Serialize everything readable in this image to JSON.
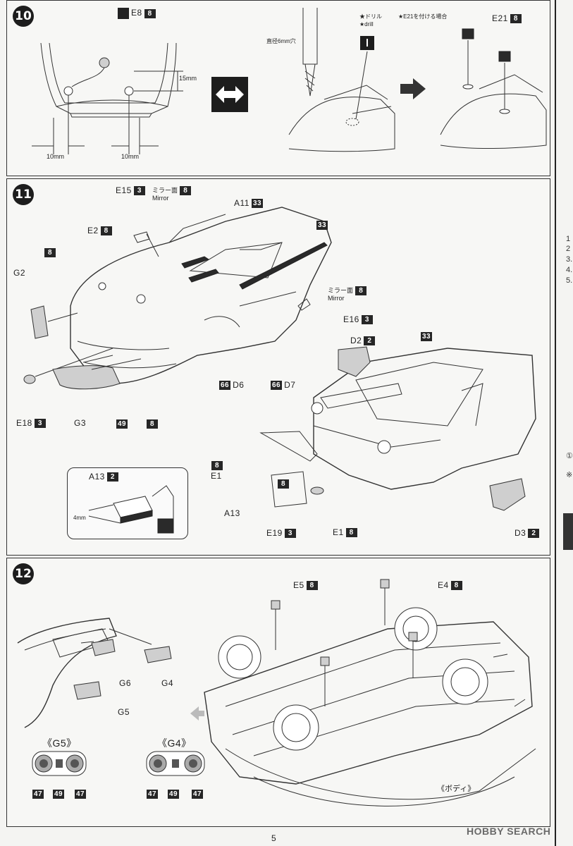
{
  "page_number": "5",
  "watermark": "HOBBY SEARCH",
  "edge_margin": [
    "1",
    "2",
    "3.",
    "4.",
    "5.",
    "①",
    "※"
  ],
  "step10": {
    "number": "10",
    "part_e8": "E8",
    "e8_color": "8",
    "dim_15": "15mm",
    "dim_10a": "10mm",
    "dim_10b": "10mm",
    "note_drill_jp": "★ドリル",
    "note_drill_en": "★drill",
    "note_e21": "★E21を付ける場合",
    "note_hole": "直径6mm穴",
    "part_e21": "E21",
    "e21_color": "8"
  },
  "step11": {
    "number": "11",
    "e15": "E15",
    "e15_c": "3",
    "mirror_jp_1": "ミラー面",
    "mirror_c_1": "8",
    "mirror_en_1": "Mirror",
    "a11": "A11",
    "a11_c": "33",
    "c33_top": "33",
    "e2": "E2",
    "e2_c": "8",
    "c8_a": "8",
    "g2": "G2",
    "mirror_jp_2": "ミラー面",
    "mirror_c_2": "8",
    "mirror_en_2": "Mirror",
    "e16": "E16",
    "e16_c": "3",
    "d2": "D2",
    "d2_c": "2",
    "c33_b": "33",
    "e18": "E18",
    "e18_c": "3",
    "g3": "G3",
    "c49": "49",
    "c8_b": "8",
    "d6_c": "66",
    "d6": "D6",
    "d7_c": "66",
    "d7": "D7",
    "a13_box": "A13",
    "a13_box_c": "2",
    "dim_4": "4mm",
    "c8_e1": "8",
    "e1_a": "E1",
    "c8_mid": "8",
    "a13": "A13",
    "e19": "E19",
    "e19_c": "3",
    "e1_b": "E1",
    "e1_b_c": "8",
    "d3": "D3",
    "d3_c": "2"
  },
  "step12": {
    "number": "12",
    "e5": "E5",
    "e5_c": "8",
    "e4": "E4",
    "e4_c": "8",
    "g6": "G6",
    "g4": "G4",
    "g5": "G5",
    "g5_title": "《G5》",
    "g4_title": "《G4》",
    "g5_colors": [
      "47",
      "49",
      "47"
    ],
    "g4_colors": [
      "47",
      "49",
      "47"
    ],
    "body_label": "《ボディ》"
  }
}
